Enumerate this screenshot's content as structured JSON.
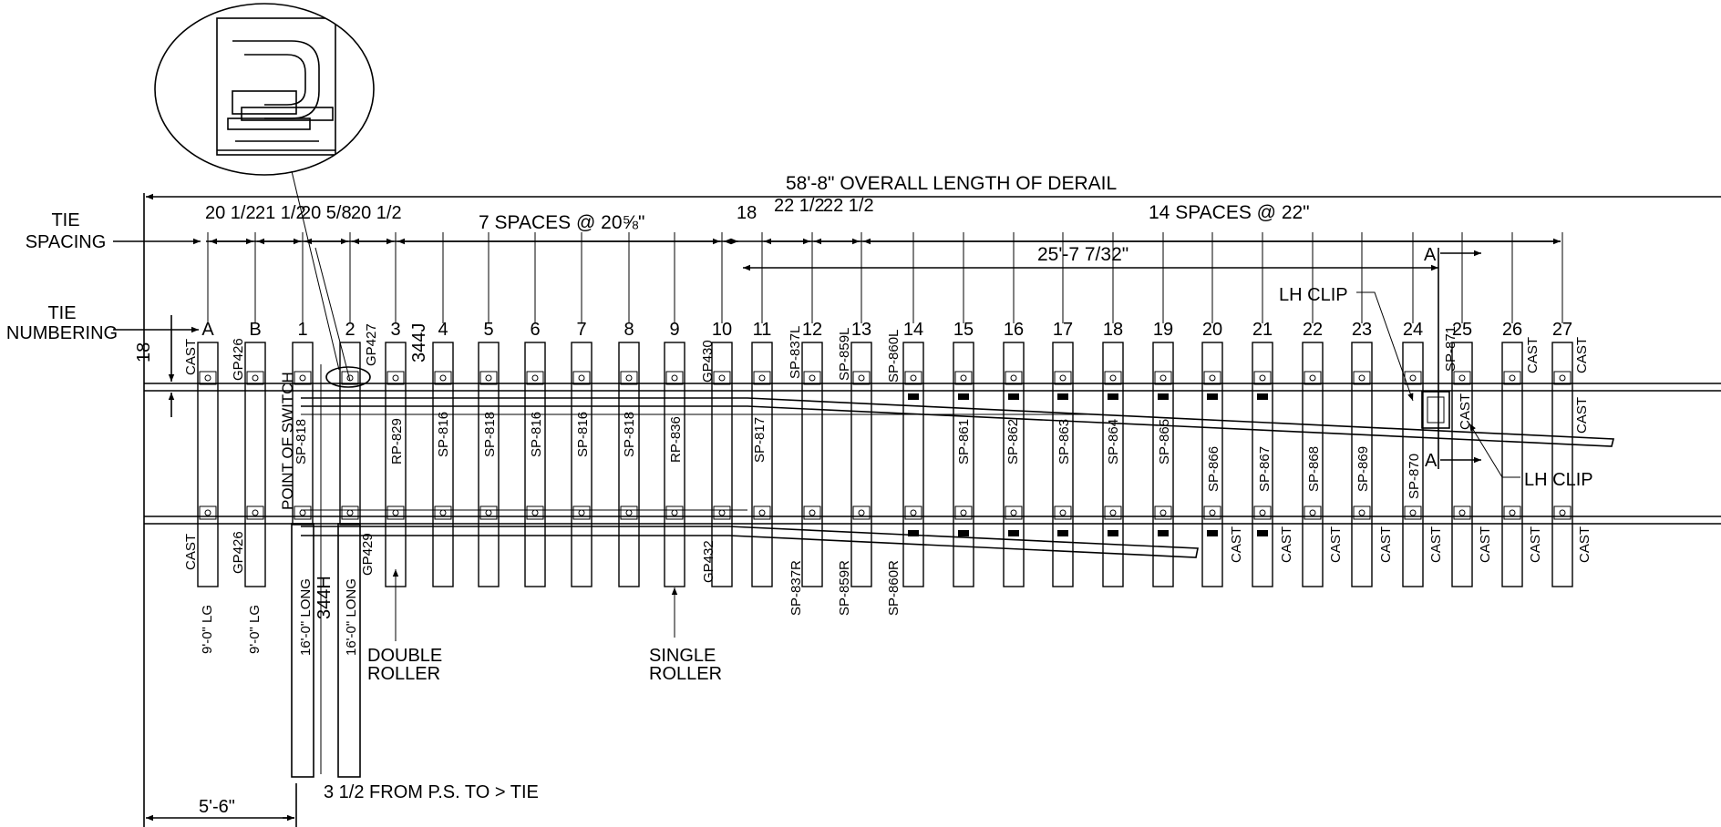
{
  "overall_length": "58'-8\" OVERALL LENGTH OF DERAIL",
  "tie_spacing_label": [
    "TIE",
    "SPACING"
  ],
  "tie_numbering_label": [
    "TIE",
    "NUMBERING"
  ],
  "spacings": {
    "s1": "20 1/2",
    "s2": "21 1/2",
    "s3": "20 5/8",
    "s4": "20 1/2",
    "seven": "7 SPACES @ 20⅝\"",
    "s18": "18",
    "s22a": "22 1/2",
    "s22b": "22 1/2",
    "fourteen": "14 SPACES @ 22\"",
    "length25": "25'-7 7/32\""
  },
  "ties": [
    "A",
    "B",
    "1",
    "2",
    "3",
    "4",
    "5",
    "6",
    "7",
    "8",
    "9",
    "10",
    "11",
    "12",
    "13",
    "14",
    "15",
    "16",
    "17",
    "18",
    "19",
    "20",
    "21",
    "22",
    "23",
    "24",
    "25",
    "26",
    "27"
  ],
  "part_labels": {
    "cast_top_a": "CAST",
    "gp426_top": "GP426",
    "gp427": "GP427",
    "j344": "344J",
    "gp430": "GP430",
    "sp837l": "SP-837L",
    "sp859l": "SP-859L",
    "sp860l": "SP-860L",
    "sp871": "SP-871",
    "cast_26": "CAST",
    "cast_27": "CAST",
    "cast_25_mid": "CAST",
    "cast_27_mid": "CAST",
    "pos": "POINT OF SWITCH",
    "sp818a": "SP-818",
    "rp829": "RP-829",
    "sp816a": "SP-816",
    "sp818b": "SP-818",
    "sp816b": "SP-816",
    "sp816c": "SP-816",
    "sp818c": "SP-818",
    "rp836": "RP-836",
    "sp817": "SP-817",
    "sp861": "SP-861",
    "sp862": "SP-862",
    "sp863": "SP-863",
    "sp864": "SP-864",
    "sp865": "SP-865",
    "sp866": "SP-866",
    "sp867": "SP-867",
    "sp868": "SP-868",
    "sp869": "SP-869",
    "sp870": "SP-870",
    "cast_bot_a": "CAST",
    "gp426_bot": "GP426",
    "gp429": "GP429",
    "gp432": "GP432",
    "sp837r": "SP-837R",
    "sp859r": "SP-859R",
    "sp860r": "SP-860R",
    "cast_b20": "CAST",
    "cast_b21": "CAST",
    "cast_b22": "CAST",
    "cast_b23": "CAST",
    "cast_b24": "CAST",
    "cast_b25": "CAST",
    "cast_b26": "CAST",
    "cast_b27": "CAST",
    "lg_a": "9'-0\" LG",
    "lg_b": "9'-0\" LG",
    "long1": "16'-0\" LONG",
    "h344": "344H",
    "long2": "16'-0\" LONG"
  },
  "dim18": "18",
  "lh_clip_top": "LH CLIP",
  "lh_clip_right": "LH CLIP",
  "section_a_top": "A",
  "section_a_bot": "A",
  "double_roller": [
    "DOUBLE",
    "ROLLER"
  ],
  "single_roller": [
    "SINGLE",
    "ROLLER"
  ],
  "ps_note": "3 1/2 FROM P.S. TO > TIE",
  "dim_5_6": "5'-6\""
}
